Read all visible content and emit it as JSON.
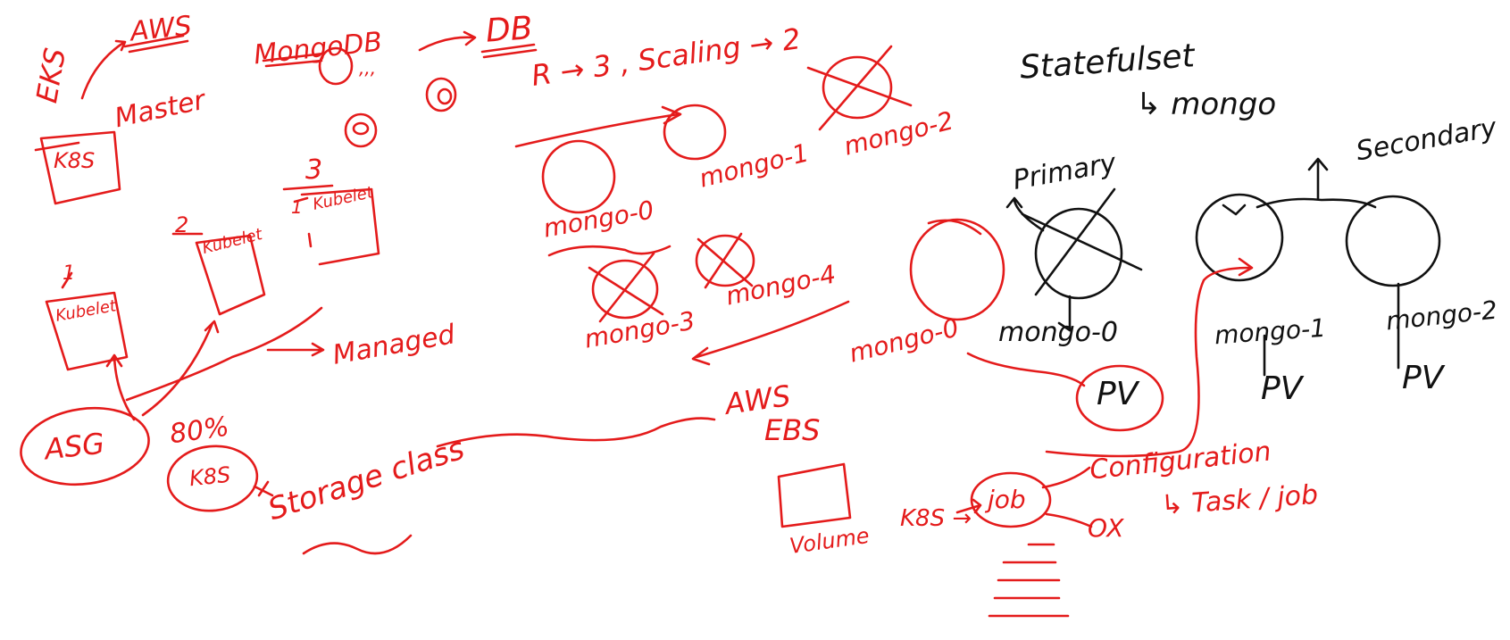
{
  "colors": {
    "ink_red": "#e41b1b",
    "ink_black": "#111111",
    "background": "#ffffff"
  },
  "left": {
    "aws": "AWS",
    "eks": "EKS",
    "k8s_master": "K8S",
    "master": "Master",
    "mongodb": "MongoDB",
    "dots": ",,,",
    "db": "DB",
    "kubelet_1": "Kubelet",
    "kubelet_2": "Kubelet",
    "kubelet_3": "Kubelet",
    "num_1": "1",
    "num_2": "2",
    "num_3": "3",
    "num_1b": "1",
    "managed": "Managed",
    "asg": "ASG",
    "percent": "80%",
    "k8s_bottom": "K8S",
    "storage_class": "Storage class"
  },
  "middle": {
    "replica_scaling": "R → 3 , Scaling → 2",
    "mongo_0": "mongo-0",
    "mongo_1": "mongo-1",
    "mongo_2": "mongo-2",
    "mongo_3": "mongo-3",
    "mongo_4": "mongo-4",
    "aws": "AWS",
    "ebs": "EBS",
    "volume": "Volume",
    "k8s": "K8S →",
    "job": "job",
    "ox": "OX",
    "configuration": "Configuration",
    "task_job": "↳ Task / job"
  },
  "right": {
    "statefulset": "Statefulset",
    "mongo": "↳ mongo",
    "primary": "Primary",
    "secondary": "Secondary",
    "mongo_0_red": "mongo-0",
    "mongo_0": "mongo-0",
    "mongo_1": "mongo-1",
    "mongo_2": "mongo-2",
    "pv_1": "PV",
    "pv_2": "PV",
    "pv_3": "PV"
  }
}
